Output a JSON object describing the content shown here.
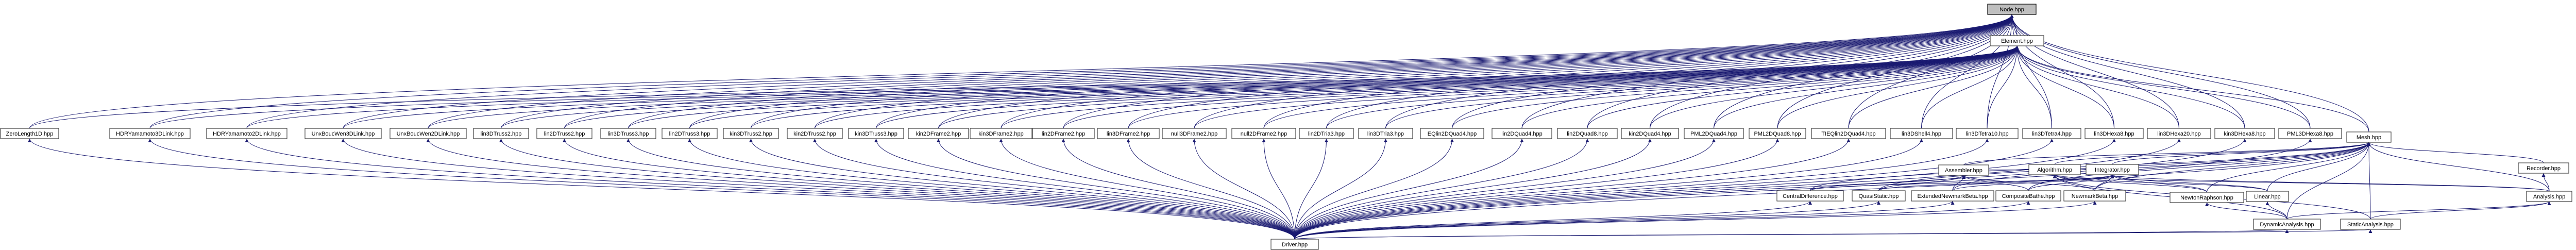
{
  "diagram": {
    "type": "include-dependency-graph",
    "colors": {
      "root_fill": "#bfbfbf",
      "node_fill": "#ffffff",
      "node_border": "#404040",
      "edge": "#191970"
    },
    "nodes": [
      {
        "id": "node",
        "label": "Node.hpp",
        "root": true
      },
      {
        "id": "element",
        "label": "Element.hpp"
      },
      {
        "id": "zerolength1d",
        "label": "ZeroLength1D.hpp"
      },
      {
        "id": "hdryam3d",
        "label": "HDRYamamoto3DLink.hpp"
      },
      {
        "id": "hdryam2d",
        "label": "HDRYamamoto2DLink.hpp"
      },
      {
        "id": "unixbouc3d",
        "label": "UnxBoucWen3DLink.hpp"
      },
      {
        "id": "unixbouc2d",
        "label": "UnxBoucWen2DLink.hpp"
      },
      {
        "id": "lin3dtruss2",
        "label": "lin3DTruss2.hpp"
      },
      {
        "id": "lin2dtruss2",
        "label": "lin2DTruss2.hpp"
      },
      {
        "id": "lin3dtruss3",
        "label": "lin3DTruss3.hpp"
      },
      {
        "id": "lin2dtruss3",
        "label": "lin2DTruss3.hpp"
      },
      {
        "id": "kin3dtruss2",
        "label": "kin3DTruss2.hpp"
      },
      {
        "id": "kin2dtruss2",
        "label": "kin2DTruss2.hpp"
      },
      {
        "id": "kin3dtruss3",
        "label": "kin3DTruss3.hpp"
      },
      {
        "id": "kin2dframe2",
        "label": "kin2DFrame2.hpp"
      },
      {
        "id": "kin3dframe2",
        "label": "kin3DFrame2.hpp"
      },
      {
        "id": "lin2dframe2",
        "label": "lin2DFrame2.hpp"
      },
      {
        "id": "lin3dframe2",
        "label": "lin3DFrame2.hpp"
      },
      {
        "id": "null3dframe2",
        "label": "null3DFrame2.hpp"
      },
      {
        "id": "null2dframe2",
        "label": "null2DFrame2.hpp"
      },
      {
        "id": "lin2dtria3",
        "label": "lin2DTria3.hpp"
      },
      {
        "id": "lin3dtria3",
        "label": "lin3DTria3.hpp"
      },
      {
        "id": "ebquad4",
        "label": "EQlin2DQuad4.hpp"
      },
      {
        "id": "lin2dquad4",
        "label": "lin2DQuad4.hpp"
      },
      {
        "id": "lin2dquad8",
        "label": "lin2DQuad8.hpp"
      },
      {
        "id": "kin2dquad4",
        "label": "kin2DQuad4.hpp"
      },
      {
        "id": "pmllin2dquad4",
        "label": "PML2DQuad4.hpp"
      },
      {
        "id": "pml2dquad8",
        "label": "PML2DQuad8.hpp"
      },
      {
        "id": "tie2dquad4",
        "label": "TIEQlin2DQuad4.hpp"
      },
      {
        "id": "lin3dshell4",
        "label": "lin3DShell4.hpp"
      },
      {
        "id": "lin3dtetra10",
        "label": "lin3DTetra10.hpp"
      },
      {
        "id": "lin3dtetra4",
        "label": "lin3DTetra4.hpp"
      },
      {
        "id": "lin3dhexa8",
        "label": "lin3DHexa8.hpp"
      },
      {
        "id": "lin3dhexa20",
        "label": "lin3DHexa20.hpp"
      },
      {
        "id": "kin3dhexa8",
        "label": "kin3DHexa8.hpp"
      },
      {
        "id": "pml3dhexa8",
        "label": "PML3DHexa8.hpp"
      },
      {
        "id": "mesh",
        "label": "Mesh.hpp"
      },
      {
        "id": "recorder",
        "label": "Recorder.hpp"
      },
      {
        "id": "assembler",
        "label": "Assembler.hpp"
      },
      {
        "id": "algorithm",
        "label": "Algorithm.hpp"
      },
      {
        "id": "integrator",
        "label": "Integrator.hpp"
      },
      {
        "id": "centraldiff",
        "label": "CentralDifference.hpp"
      },
      {
        "id": "quasistatic",
        "label": "QuasiStatic.hpp"
      },
      {
        "id": "extnewmark",
        "label": "ExtendedNewmarkBeta.hpp"
      },
      {
        "id": "composite",
        "label": "CompositeBathe.hpp"
      },
      {
        "id": "newmarkbeta",
        "label": "NewmarkBeta.hpp"
      },
      {
        "id": "newtonraphson",
        "label": "NewtonRaphson.hpp"
      },
      {
        "id": "linear",
        "label": "Linear.hpp"
      },
      {
        "id": "analysis",
        "label": "Analysis.hpp"
      },
      {
        "id": "dynamicanalysis",
        "label": "DynamicAnalysis.hpp"
      },
      {
        "id": "staticanalysis",
        "label": "StaticAnalysis.hpp"
      },
      {
        "id": "driver",
        "label": "Driver.hpp"
      }
    ],
    "edges": [
      [
        "node",
        "element"
      ],
      [
        "node",
        "zerolength1d"
      ],
      [
        "node",
        "hdryam3d"
      ],
      [
        "node",
        "hdryam2d"
      ],
      [
        "node",
        "unixbouc3d"
      ],
      [
        "node",
        "unixbouc2d"
      ],
      [
        "node",
        "lin3dtruss2"
      ],
      [
        "node",
        "lin2dtruss2"
      ],
      [
        "node",
        "lin3dtruss3"
      ],
      [
        "node",
        "lin2dtruss3"
      ],
      [
        "node",
        "kin3dtruss2"
      ],
      [
        "node",
        "kin2dtruss2"
      ],
      [
        "node",
        "kin3dtruss3"
      ],
      [
        "node",
        "kin2dframe2"
      ],
      [
        "node",
        "kin3dframe2"
      ],
      [
        "node",
        "lin2dframe2"
      ],
      [
        "node",
        "lin3dframe2"
      ],
      [
        "node",
        "null3dframe2"
      ],
      [
        "node",
        "null2dframe2"
      ],
      [
        "node",
        "lin2dtria3"
      ],
      [
        "node",
        "lin3dtria3"
      ],
      [
        "node",
        "ebquad4"
      ],
      [
        "node",
        "lin2dquad4"
      ],
      [
        "node",
        "lin2dquad8"
      ],
      [
        "node",
        "kin2dquad4"
      ],
      [
        "node",
        "pmllin2dquad4"
      ],
      [
        "node",
        "pml2dquad8"
      ],
      [
        "node",
        "tie2dquad4"
      ],
      [
        "node",
        "lin3dshell4"
      ],
      [
        "node",
        "lin3dtetra10"
      ],
      [
        "node",
        "lin3dtetra4"
      ],
      [
        "node",
        "lin3dhexa8"
      ],
      [
        "node",
        "lin3dhexa20"
      ],
      [
        "node",
        "kin3dhexa8"
      ],
      [
        "node",
        "pml3dhexa8"
      ],
      [
        "node",
        "mesh"
      ],
      [
        "element",
        "zerolength1d"
      ],
      [
        "element",
        "hdryam3d"
      ],
      [
        "element",
        "hdryam2d"
      ],
      [
        "element",
        "unixbouc3d"
      ],
      [
        "element",
        "unixbouc2d"
      ],
      [
        "element",
        "lin3dtruss2"
      ],
      [
        "element",
        "lin2dtruss2"
      ],
      [
        "element",
        "lin3dtruss3"
      ],
      [
        "element",
        "lin2dtruss3"
      ],
      [
        "element",
        "kin3dtruss2"
      ],
      [
        "element",
        "kin2dtruss2"
      ],
      [
        "element",
        "kin3dtruss3"
      ],
      [
        "element",
        "kin2dframe2"
      ],
      [
        "element",
        "kin3dframe2"
      ],
      [
        "element",
        "lin2dframe2"
      ],
      [
        "element",
        "lin3dframe2"
      ],
      [
        "element",
        "null3dframe2"
      ],
      [
        "element",
        "null2dframe2"
      ],
      [
        "element",
        "lin2dtria3"
      ],
      [
        "element",
        "lin3dtria3"
      ],
      [
        "element",
        "ebquad4"
      ],
      [
        "element",
        "lin2dquad4"
      ],
      [
        "element",
        "lin2dquad8"
      ],
      [
        "element",
        "kin2dquad4"
      ],
      [
        "element",
        "pmllin2dquad4"
      ],
      [
        "element",
        "pml2dquad8"
      ],
      [
        "element",
        "tie2dquad4"
      ],
      [
        "element",
        "lin3dshell4"
      ],
      [
        "element",
        "lin3dtetra10"
      ],
      [
        "element",
        "lin3dtetra4"
      ],
      [
        "element",
        "lin3dhexa8"
      ],
      [
        "element",
        "lin3dhexa20"
      ],
      [
        "element",
        "kin3dhexa8"
      ],
      [
        "element",
        "pml3dhexa8"
      ],
      [
        "element",
        "mesh"
      ],
      [
        "zerolength1d",
        "driver"
      ],
      [
        "hdryam3d",
        "driver"
      ],
      [
        "hdryam2d",
        "driver"
      ],
      [
        "unixbouc3d",
        "driver"
      ],
      [
        "unixbouc2d",
        "driver"
      ],
      [
        "lin3dtruss2",
        "driver"
      ],
      [
        "lin2dtruss2",
        "driver"
      ],
      [
        "lin3dtruss3",
        "driver"
      ],
      [
        "lin2dtruss3",
        "driver"
      ],
      [
        "kin3dtruss2",
        "driver"
      ],
      [
        "kin2dtruss2",
        "driver"
      ],
      [
        "kin3dtruss3",
        "driver"
      ],
      [
        "kin2dframe2",
        "driver"
      ],
      [
        "kin3dframe2",
        "driver"
      ],
      [
        "lin2dframe2",
        "driver"
      ],
      [
        "lin3dframe2",
        "driver"
      ],
      [
        "null3dframe2",
        "driver"
      ],
      [
        "null2dframe2",
        "driver"
      ],
      [
        "lin2dtria3",
        "driver"
      ],
      [
        "lin3dtria3",
        "driver"
      ],
      [
        "ebquad4",
        "driver"
      ],
      [
        "lin2dquad4",
        "driver"
      ],
      [
        "lin2dquad8",
        "driver"
      ],
      [
        "kin2dquad4",
        "driver"
      ],
      [
        "pmllin2dquad4",
        "driver"
      ],
      [
        "pml2dquad8",
        "driver"
      ],
      [
        "tie2dquad4",
        "driver"
      ],
      [
        "lin3dshell4",
        "driver"
      ],
      [
        "lin3dtetra10",
        "driver"
      ],
      [
        "lin3dtetra4",
        "driver"
      ],
      [
        "lin3dhexa8",
        "driver"
      ],
      [
        "lin3dhexa20",
        "driver"
      ],
      [
        "kin3dhexa8",
        "driver"
      ],
      [
        "pml3dhexa8",
        "driver"
      ],
      [
        "mesh",
        "recorder"
      ],
      [
        "mesh",
        "assembler"
      ],
      [
        "mesh",
        "algorithm"
      ],
      [
        "mesh",
        "integrator"
      ],
      [
        "mesh",
        "centraldiff"
      ],
      [
        "mesh",
        "quasistatic"
      ],
      [
        "mesh",
        "extnewmark"
      ],
      [
        "mesh",
        "composite"
      ],
      [
        "mesh",
        "newmarkbeta"
      ],
      [
        "mesh",
        "newtonraphson"
      ],
      [
        "mesh",
        "linear"
      ],
      [
        "mesh",
        "analysis"
      ],
      [
        "mesh",
        "dynamicanalysis"
      ],
      [
        "mesh",
        "staticanalysis"
      ],
      [
        "mesh",
        "driver"
      ],
      [
        "recorder",
        "analysis"
      ],
      [
        "assembler",
        "centraldiff"
      ],
      [
        "assembler",
        "quasistatic"
      ],
      [
        "assembler",
        "extnewmark"
      ],
      [
        "assembler",
        "composite"
      ],
      [
        "assembler",
        "newmarkbeta"
      ],
      [
        "assembler",
        "algorithm"
      ],
      [
        "assembler",
        "integrator"
      ],
      [
        "algorithm",
        "newtonraphson"
      ],
      [
        "algorithm",
        "linear"
      ],
      [
        "algorithm",
        "analysis"
      ],
      [
        "algorithm",
        "dynamicanalysis"
      ],
      [
        "algorithm",
        "staticanalysis"
      ],
      [
        "integrator",
        "centraldiff"
      ],
      [
        "integrator",
        "quasistatic"
      ],
      [
        "integrator",
        "extnewmark"
      ],
      [
        "integrator",
        "composite"
      ],
      [
        "integrator",
        "newmarkbeta"
      ],
      [
        "integrator",
        "newtonraphson"
      ],
      [
        "integrator",
        "linear"
      ],
      [
        "integrator",
        "analysis"
      ],
      [
        "centraldiff",
        "driver"
      ],
      [
        "quasistatic",
        "driver"
      ],
      [
        "extnewmark",
        "driver"
      ],
      [
        "composite",
        "driver"
      ],
      [
        "newmarkbeta",
        "driver"
      ],
      [
        "newtonraphson",
        "dynamicanalysis"
      ],
      [
        "linear",
        "dynamicanalysis"
      ],
      [
        "analysis",
        "dynamicanalysis"
      ],
      [
        "analysis",
        "staticanalysis"
      ],
      [
        "dynamicanalysis",
        "driver"
      ],
      [
        "staticanalysis",
        "driver"
      ]
    ]
  }
}
